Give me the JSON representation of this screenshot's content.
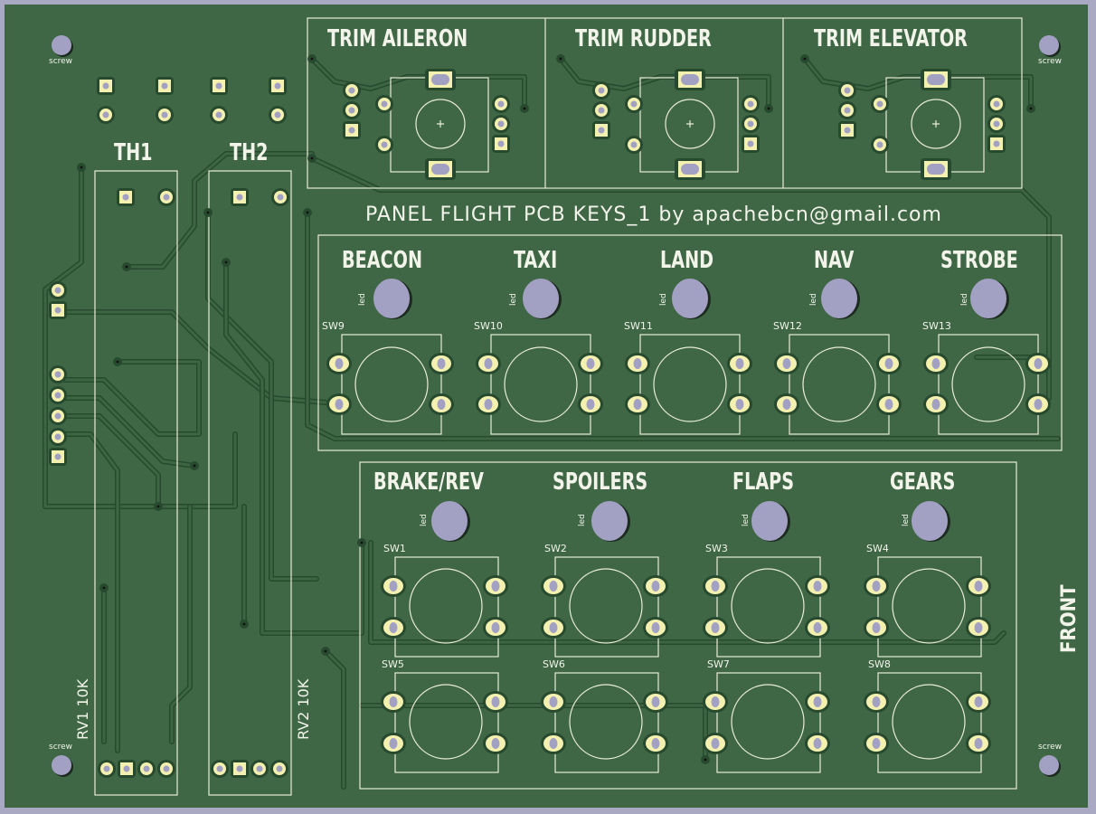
{
  "board": {
    "title": "PANEL FLIGHT PCB KEYS_1 by apachebcn@gmail.com",
    "colors": {
      "soldermask": "#3f6746",
      "trace": "#274a2e",
      "silkscreen": "#e8ecd8",
      "pad": "#f4f0b0",
      "hole": "#a3a1c3",
      "background": "#a9a9c4"
    },
    "orientation_label": "FRONT",
    "screw_label": "screw"
  },
  "trims": [
    {
      "label": "TRIM AILERON"
    },
    {
      "label": "TRIM RUDDER"
    },
    {
      "label": "TRIM ELEVATOR"
    }
  ],
  "throttles": [
    {
      "label": "TH1",
      "pot_label": "RV1 10K"
    },
    {
      "label": "TH2",
      "pot_label": "RV2 10K"
    }
  ],
  "lights": [
    {
      "label": "BEACON",
      "switch": "SW9",
      "led_label": "led"
    },
    {
      "label": "TAXI",
      "switch": "SW10",
      "led_label": "led"
    },
    {
      "label": "LAND",
      "switch": "SW11",
      "led_label": "led"
    },
    {
      "label": "NAV",
      "switch": "SW12",
      "led_label": "led"
    },
    {
      "label": "STROBE",
      "switch": "SW13",
      "led_label": "led"
    }
  ],
  "controls": [
    {
      "label": "BRAKE/REV",
      "led_label": "led"
    },
    {
      "label": "SPOILERS",
      "led_label": "led"
    },
    {
      "label": "FLAPS",
      "led_label": "led"
    },
    {
      "label": "GEARS",
      "led_label": "led"
    }
  ],
  "switch_rows": [
    [
      "SW1",
      "SW2",
      "SW3",
      "SW4"
    ],
    [
      "SW5",
      "SW6",
      "SW7",
      "SW8"
    ]
  ]
}
